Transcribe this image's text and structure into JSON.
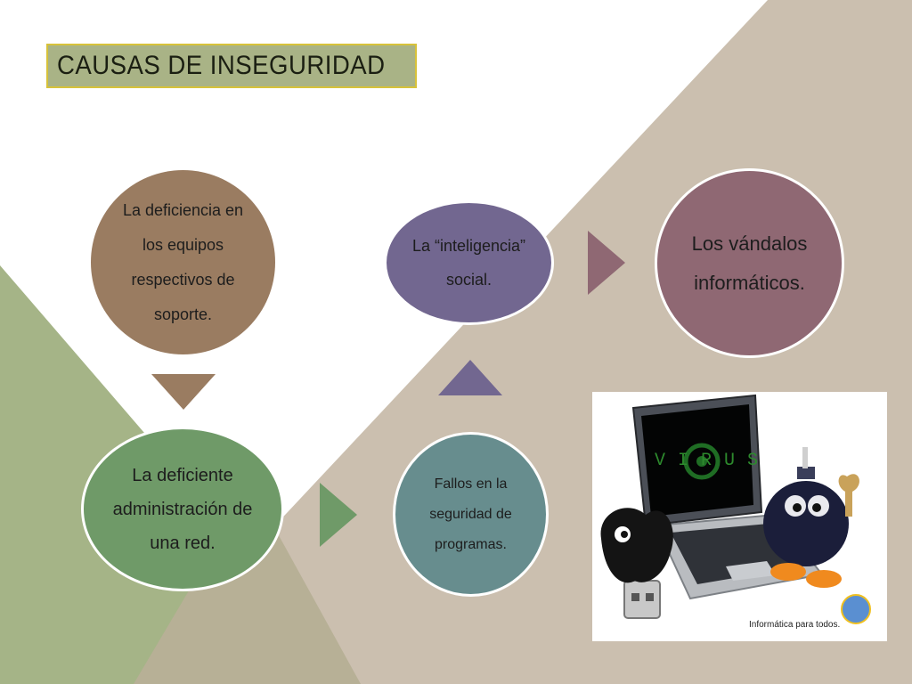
{
  "slide": {
    "title": "CAUSAS DE INSEGURIDAD"
  },
  "nodes": [
    {
      "id": "equipos",
      "text": "La deficiencia en los equipos respectivos de soporte."
    },
    {
      "id": "administracion",
      "text": "La deficiente administración de una red."
    },
    {
      "id": "fallos",
      "text": "Fallos en la seguridad de programas."
    },
    {
      "id": "inteligencia",
      "text": "La “inteligencia” social."
    },
    {
      "id": "vandalos",
      "text": "Los vándalos informáticos."
    }
  ],
  "image": {
    "screen_text": "VIRUS",
    "caption": "Informática para todos."
  },
  "colors": {
    "title_bg": "#a9b386",
    "title_border": "#d7c23a",
    "node_brown": "#9a7c61",
    "node_green": "#6f9a68",
    "node_teal": "#678d8e",
    "node_purple": "#726790",
    "node_mauve": "#8f6873",
    "bg_beige": "#cbbfaf",
    "bg_green": "#a5b487"
  }
}
